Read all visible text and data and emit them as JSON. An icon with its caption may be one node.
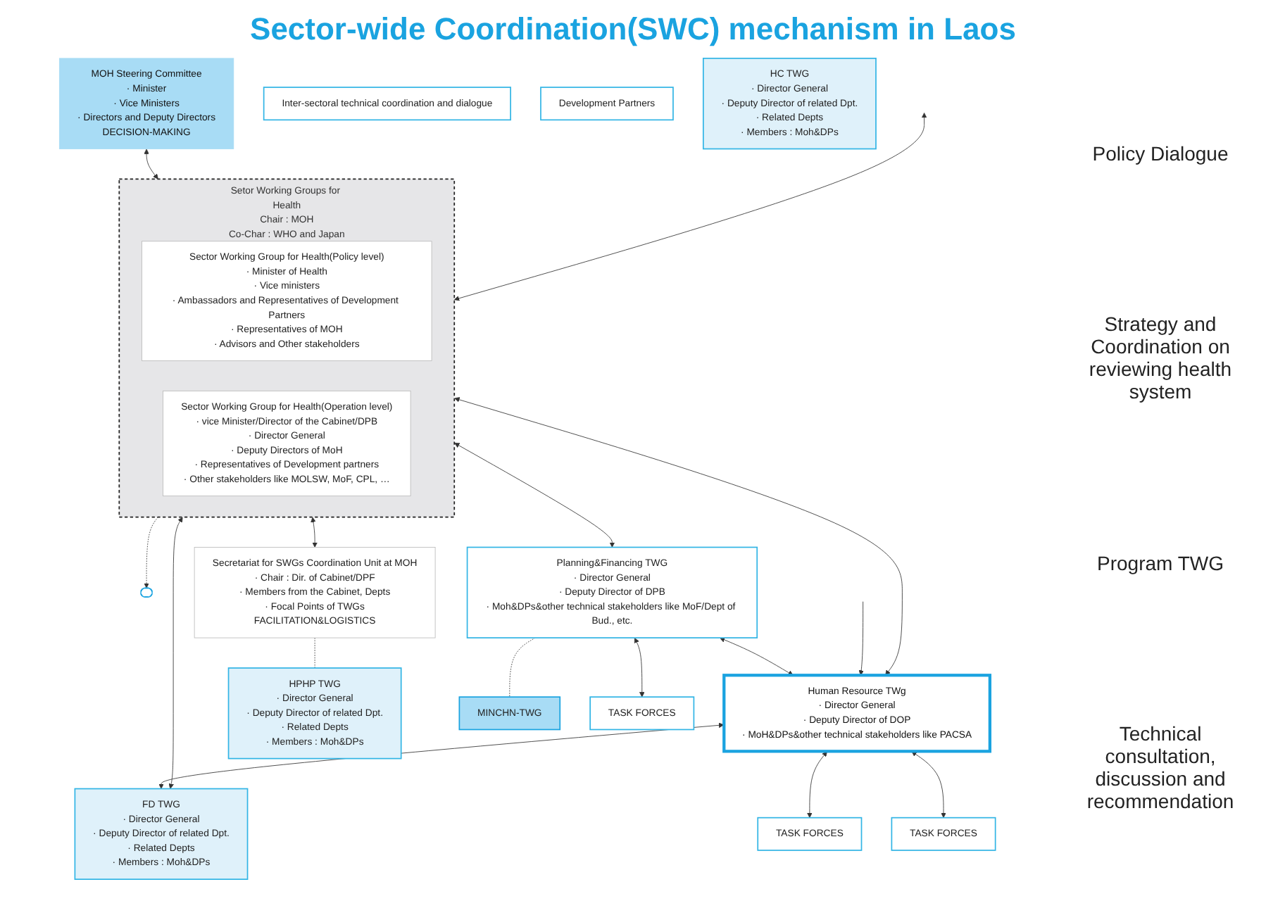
{
  "diagram": {
    "title": "Sector-wide Coordination(SWC) mechanism in Laos",
    "nodes": [
      {
        "text": [
          "MOH Steering Committee",
          "· Minister",
          "· Vice Ministers",
          "· Directors and Deputy Directors",
          "DECISION-MAKING"
        ]
      },
      {
        "text": [],
        "shape": "ellipse"
      },
      {
        "text": [
          "Setor Working Groups for Health",
          "Chair : MOH",
          "Co-Char : WHO and Japan"
        ]
      },
      {
        "text": [
          "Sector Working Group for Health(Policy level)",
          "· Minister of Health",
          "· Vice ministers",
          "· Ambassadors and Representatives of Development Partners",
          "· Representatives of MOH",
          "· Advisors and Other stakeholders"
        ],
        "in": 2
      },
      {
        "text": [
          "Sector Working Group for Health(Operation level)",
          "· vice Minister/Director of the Cabinet/DPB",
          "· Director General",
          "· Deputy Directors of MoH",
          "· Representatives of Development partners",
          "· Other stakeholders like MOLSW, MoF, CPL, …"
        ],
        "in": 2
      },
      {
        "text": [
          "Inter-sectoral technical coordination and dialogue"
        ]
      },
      {
        "text": [
          "Secretariat for SWGs Coordination Unit at MOH",
          "· Chair : Dir. of Cabinet/DPF",
          "· Members from the Cabinet, Depts",
          "· Focal Points of TWGs",
          "FACILITATION&LOGISTICS"
        ]
      },
      {
        "text": [
          "Development Partners"
        ]
      },
      {
        "text": [
          "Planning&Financing TWG",
          "· Director General",
          "· Deputy Director of DPB",
          "· Moh&DPs&other technical stakeholders like MoF/Dept of Bud., etc."
        ]
      },
      {
        "text": [
          "Human Resource TWg",
          "· Director General",
          "· Deputy Director of DOP",
          "· MoH&DPs&other technical stakeholders like PACSA"
        ]
      },
      {
        "text": [
          "FD TWG",
          "· Director General",
          "· Deputy Director of related Dpt.",
          "· Related Depts",
          "· Members : Moh&DPs"
        ]
      },
      {
        "text": [
          "HC TWG",
          "· Director General",
          "· Deputy Director of related Dpt.",
          "· Related Depts",
          "· Members : Moh&DPs"
        ]
      },
      {
        "text": [
          "HPHP TWG",
          "· Director General",
          "· Deputy Director of related Dpt.",
          "· Related Depts",
          "· Members : Moh&DPs"
        ]
      },
      {
        "text": [
          "MINCHN-TWG"
        ]
      },
      {
        "text": [
          "TASK FORCES"
        ]
      },
      {
        "text": [
          "TASK FORCES"
        ]
      },
      {
        "text": [
          "TASK FORCES"
        ]
      }
    ],
    "edges": [
      {
        "from": 2,
        "to": 0,
        "arrow": "both"
      },
      {
        "from": 2,
        "to": 1,
        "arrow": "to",
        "style": "dashed"
      },
      {
        "from": null,
        "to": 2,
        "arrow": "both"
      },
      {
        "from": 2,
        "to": 6,
        "arrow": "both"
      },
      {
        "from": 2,
        "to": 8,
        "arrow": "both"
      },
      {
        "from": 2,
        "to": 9,
        "arrow": "both"
      },
      {
        "from": 2,
        "to": 10,
        "arrow": "both"
      },
      {
        "from": 6,
        "to": 12,
        "arrow": "none",
        "style": "dashed"
      },
      {
        "from": 8,
        "to": 9,
        "arrow": "both"
      },
      {
        "from": 9,
        "to": 10,
        "arrow": "both"
      },
      {
        "from": 8,
        "to": 14,
        "arrow": "both"
      },
      {
        "from": 9,
        "to": 15,
        "arrow": "both"
      },
      {
        "from": 9,
        "to": 16,
        "arrow": "both"
      },
      {
        "from": 8,
        "to": 13,
        "arrow": "none",
        "style": "dashed"
      },
      {
        "from": null,
        "to": 9,
        "arrow": "to"
      }
    ],
    "labels": [
      "Policy Dialogue",
      "Strategy and Coordination on reviewing health system",
      "Program TWG",
      "Technical consultation, discussion and recommendation"
    ]
  }
}
